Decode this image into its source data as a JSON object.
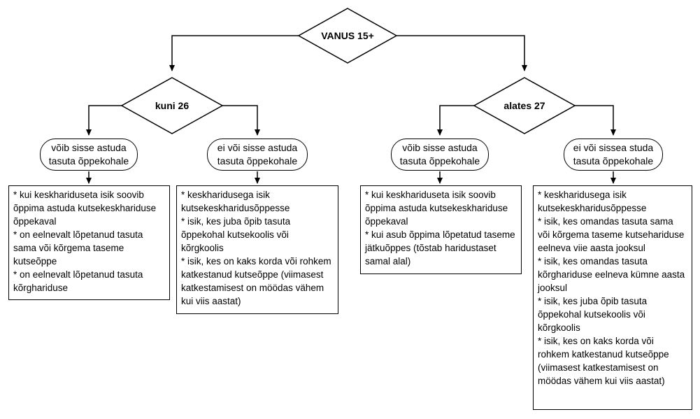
{
  "root": {
    "label": "VANUS 15+"
  },
  "branches": [
    {
      "label": "kuni 26",
      "left": {
        "pill": [
          "võib sisse astuda",
          "tasuta õppekohale"
        ],
        "items": [
          "* kui keskhariduseta isik soovib õppima astuda kutsekeskhariduse õppekaval",
          "* on eelnevalt lõpetanud tasuta sama või kõrgema taseme kutseõppe",
          "* on eelnevalt lõpetanud tasuta kõrghariduse"
        ]
      },
      "right": {
        "pill": [
          "ei või sisse astuda",
          "tasuta õppekohale"
        ],
        "items": [
          "* keskharidusega isik kutsekeskharidusõppesse",
          "* isik, kes juba õpib tasuta õppekohal kutsekoolis või kõrgkoolis",
          "* isik, kes on kaks korda või rohkem katkestanud kutseõppe (viimasest katkestamisest on möödas vähem kui viis aastat)"
        ]
      }
    },
    {
      "label": "alates 27",
      "left": {
        "pill": [
          "võib sisse astuda",
          "tasuta õppekohale"
        ],
        "items": [
          "* kui keskhariduseta isik soovib õppima astuda kutsekeskhariduse õppekaval",
          "* kui asub õppima lõpetatud taseme jätkuõppes (tõstab haridustaset samal alal)"
        ]
      },
      "right": {
        "pill": [
          "ei või sissea studa",
          "tasuta õppekohale"
        ],
        "items": [
          "* keskharidusega isik kutsekeskharidusõppesse",
          "* isik, kes omandas tasuta sama või kõrgema taseme kutsehariduse eelneva viie aasta jooksul",
          "* isik, kes omandas tasuta kõrghariduse eelneva kümne aasta jooksul",
          "* isik, kes juba õpib tasuta õppekohal kutsekoolis või kõrgkoolis",
          "* isik, kes on kaks korda või rohkem katkestanud kutseõppe (viimasest katkestamisest on möödas vähem kui viis aastat)"
        ]
      }
    }
  ]
}
